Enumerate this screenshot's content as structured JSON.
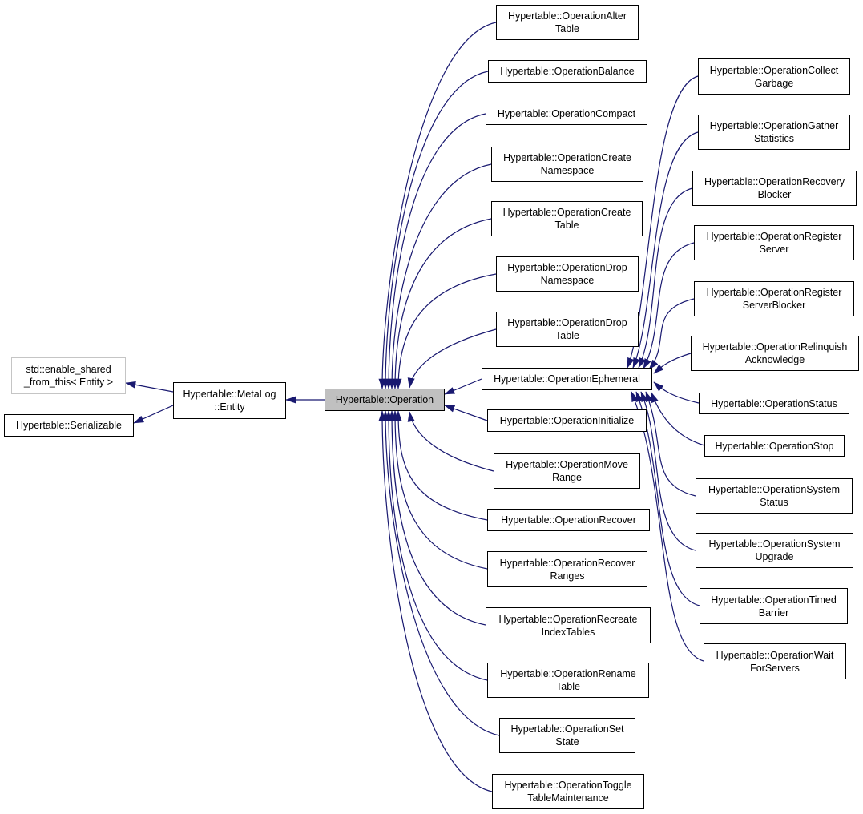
{
  "colors": {
    "edge": "#191970",
    "node-border": "#000000",
    "selected-fill": "#c0c0c0",
    "external-border": "#c5c5c5",
    "bg": "#ffffff",
    "text": "#000000"
  },
  "base": {
    "enable_shared": {
      "line1": "std::enable_shared",
      "line2": "_from_this< Entity >"
    },
    "serializable": {
      "line1": "Hypertable::Serializable"
    },
    "metalog_entity": {
      "line1": "Hypertable::MetaLog",
      "line2": "::Entity"
    },
    "operation": {
      "line1": "Hypertable::Operation"
    }
  },
  "operation_subclasses": [
    {
      "line1": "Hypertable::OperationAlter",
      "line2": "Table"
    },
    {
      "line1": "Hypertable::OperationBalance"
    },
    {
      "line1": "Hypertable::OperationCompact"
    },
    {
      "line1": "Hypertable::OperationCreate",
      "line2": "Namespace"
    },
    {
      "line1": "Hypertable::OperationCreate",
      "line2": "Table"
    },
    {
      "line1": "Hypertable::OperationDrop",
      "line2": "Namespace"
    },
    {
      "line1": "Hypertable::OperationDrop",
      "line2": "Table"
    },
    {
      "line1": "Hypertable::OperationEphemeral"
    },
    {
      "line1": "Hypertable::OperationInitialize"
    },
    {
      "line1": "Hypertable::OperationMove",
      "line2": "Range"
    },
    {
      "line1": "Hypertable::OperationRecover"
    },
    {
      "line1": "Hypertable::OperationRecover",
      "line2": "Ranges"
    },
    {
      "line1": "Hypertable::OperationRecreate",
      "line2": "IndexTables"
    },
    {
      "line1": "Hypertable::OperationRename",
      "line2": "Table"
    },
    {
      "line1": "Hypertable::OperationSet",
      "line2": "State"
    },
    {
      "line1": "Hypertable::OperationToggle",
      "line2": "TableMaintenance"
    }
  ],
  "ephemeral_subclasses": [
    {
      "line1": "Hypertable::OperationCollect",
      "line2": "Garbage"
    },
    {
      "line1": "Hypertable::OperationGather",
      "line2": "Statistics"
    },
    {
      "line1": "Hypertable::OperationRecovery",
      "line2": "Blocker"
    },
    {
      "line1": "Hypertable::OperationRegister",
      "line2": "Server"
    },
    {
      "line1": "Hypertable::OperationRegister",
      "line2": "ServerBlocker"
    },
    {
      "line1": "Hypertable::OperationRelinquish",
      "line2": "Acknowledge"
    },
    {
      "line1": "Hypertable::OperationStatus"
    },
    {
      "line1": "Hypertable::OperationStop"
    },
    {
      "line1": "Hypertable::OperationSystem",
      "line2": "Status"
    },
    {
      "line1": "Hypertable::OperationSystem",
      "line2": "Upgrade"
    },
    {
      "line1": "Hypertable::OperationTimed",
      "line2": "Barrier"
    },
    {
      "line1": "Hypertable::OperationWait",
      "line2": "ForServers"
    }
  ]
}
